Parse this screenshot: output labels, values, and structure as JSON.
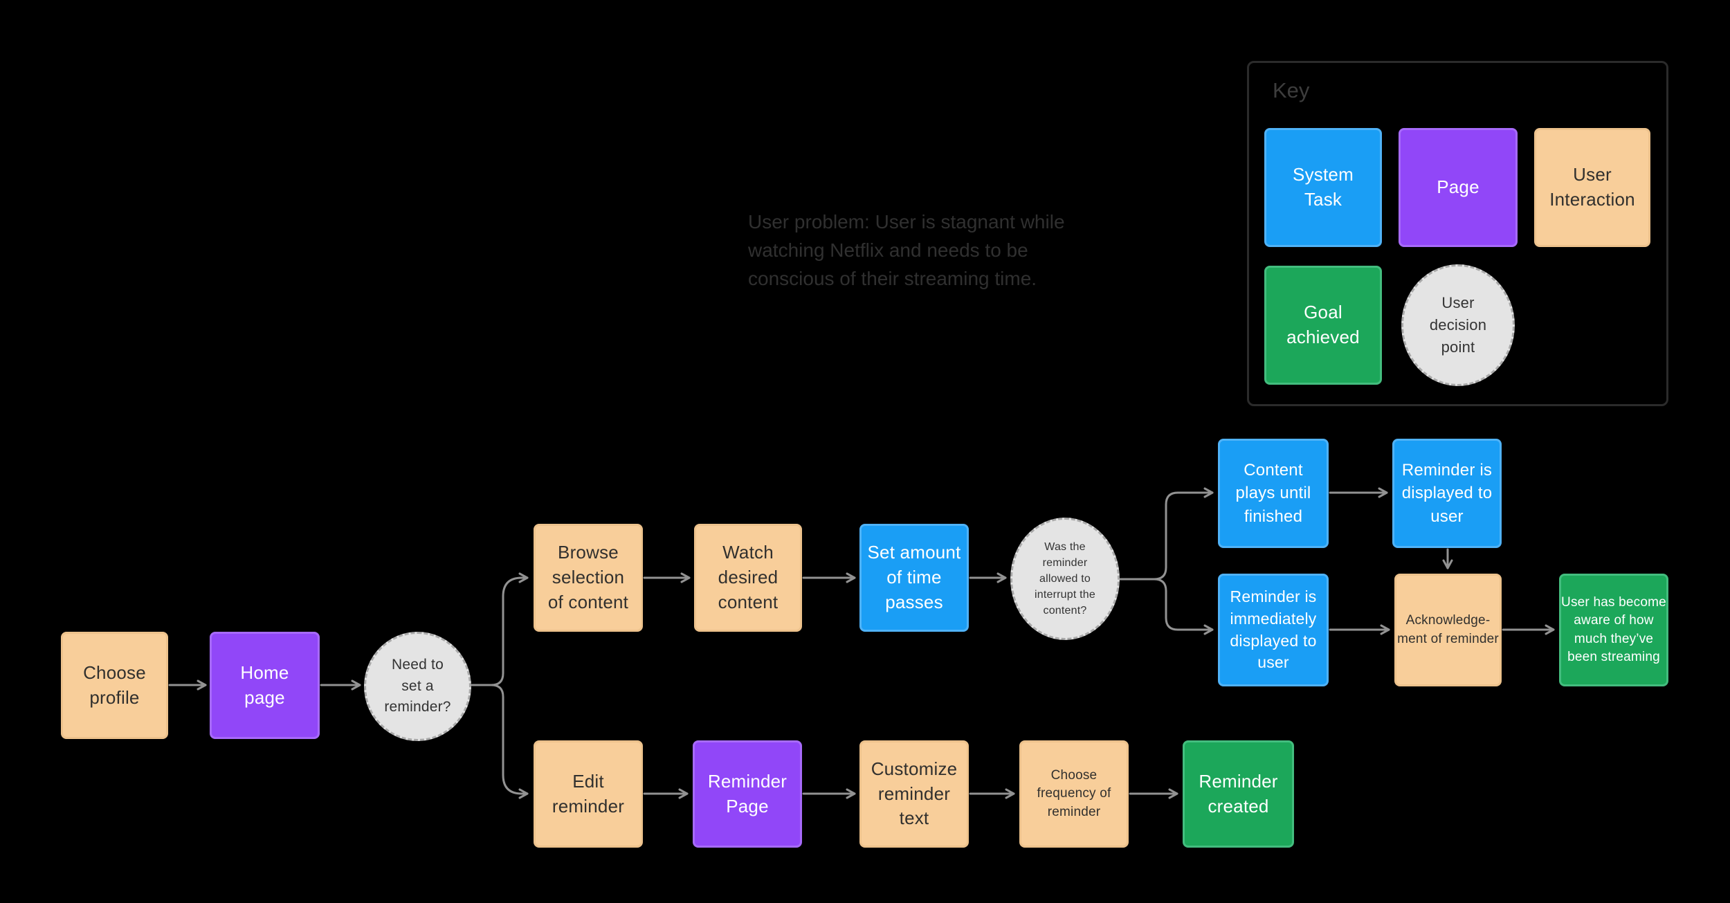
{
  "note": {
    "text": "User problem: User is stagnant while\nwatching Netflix and needs to be\nconscious of their streaming time."
  },
  "key": {
    "title": "Key",
    "items": {
      "system": "System\nTask",
      "page": "Page",
      "user": "User\nInteraction",
      "goal": "Goal\nachieved",
      "decision": "User\ndecision\npoint"
    }
  },
  "nodes": {
    "choose_profile": "Choose\nprofile",
    "home_page": "Home\npage",
    "need_reminder": "Need to\nset a\nreminder?",
    "browse_selection": "Browse\nselection\nof content",
    "watch_desired": "Watch\ndesired\ncontent",
    "set_amount": "Set amount\nof time\npasses",
    "was_reminder": "Was the\nreminder\nallowed to\ninterrupt the\ncontent?",
    "content_plays": "Content\nplays until\nfinished",
    "reminder_displayed": "Reminder is\ndisplayed to\nuser",
    "reminder_immediate": "Reminder is\nimmediately\ndisplayed to\nuser",
    "acknowledgement": "Acknowledge-\nment of reminder",
    "user_aware": "User has become\naware of how\nmuch they’ve\nbeen streaming",
    "edit_reminder": "Edit\nreminder",
    "reminder_page": "Reminder\nPage",
    "customize_text": "Customize\nreminder\ntext",
    "choose_frequency": "Choose\nfrequency of\nreminder",
    "reminder_created": "Reminder\ncreated"
  },
  "colors": {
    "background": "#000000",
    "system_task_fill": "#1A9EF5",
    "page_fill": "#9147F8",
    "user_interaction_fill": "#F8CE9A",
    "goal_achieved_fill": "#1CA75A",
    "decision_point_fill": "#E4E4E4",
    "connector": "#929292",
    "dark_text": "#31302E",
    "light_text": "#FFFFFF",
    "muted_text": "#3D3D3D"
  }
}
